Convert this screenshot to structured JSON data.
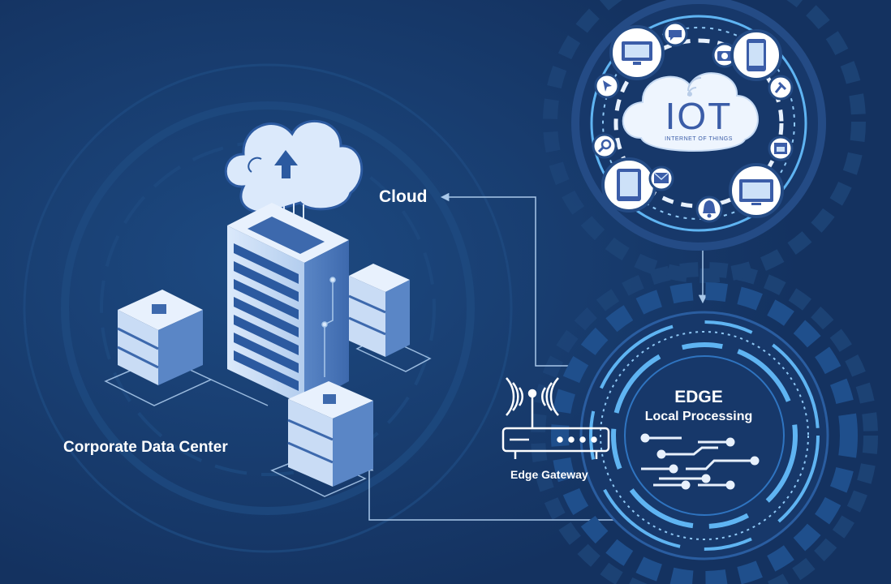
{
  "labels": {
    "cloud": "Cloud",
    "data_center": "Corporate Data Center",
    "edge_gateway": "Edge Gateway",
    "edge_title": "EDGE",
    "edge_subtitle": "Local Processing",
    "iot_title": "IOT",
    "iot_subtitle": "INTERNET OF THINGS"
  },
  "icons": [
    "monitor-icon",
    "chat-bubble-icon",
    "camera-icon",
    "smartphone-icon",
    "cursor-icon",
    "pin-icon",
    "search-icon",
    "calendar-icon",
    "tablet-icon",
    "mail-icon",
    "bell-icon",
    "display-icon",
    "wifi-icon"
  ],
  "colors": {
    "background": "#153563",
    "accent": "#5fb4f2",
    "arrow": "#a9c8ea",
    "text": "#ffffff",
    "iot_text": "#3b5da8"
  }
}
